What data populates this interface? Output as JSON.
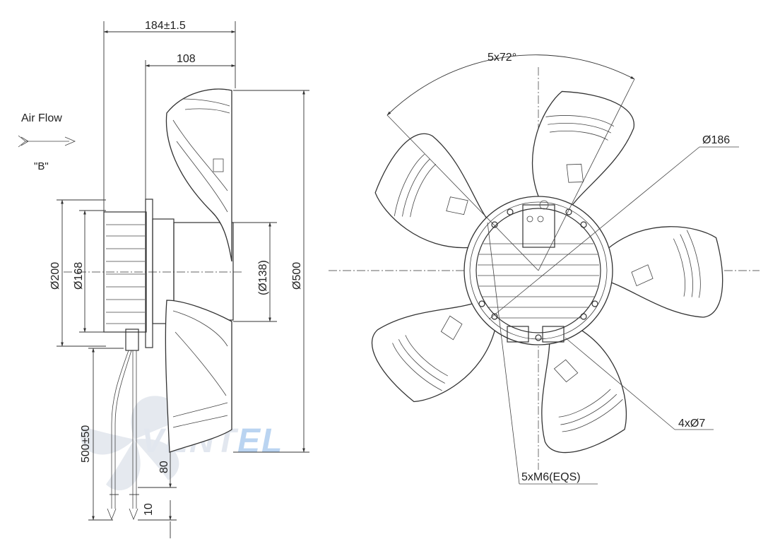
{
  "side_view": {
    "airflow_label": "Air Flow",
    "airflow_direction": "\"B\"",
    "dims": {
      "overall_depth": "184±1.5",
      "impeller_depth": "108",
      "diameter_200": "Ø200",
      "diameter_168": "Ø168",
      "diameter_138": "(Ø138)",
      "diameter_500": "Ø500",
      "cable_length": "500±50",
      "strip_length": "80",
      "bare_length": "10"
    }
  },
  "front_view": {
    "blade_pitch": "5x72°",
    "bolt_circle": "Ø186",
    "mount_holes": "4xØ7",
    "screws": "5xM6(EQS)"
  },
  "watermark": {
    "text": "VENTEL",
    "colors": {
      "light": "#dde3ec",
      "accent": "#aecdf0"
    }
  }
}
